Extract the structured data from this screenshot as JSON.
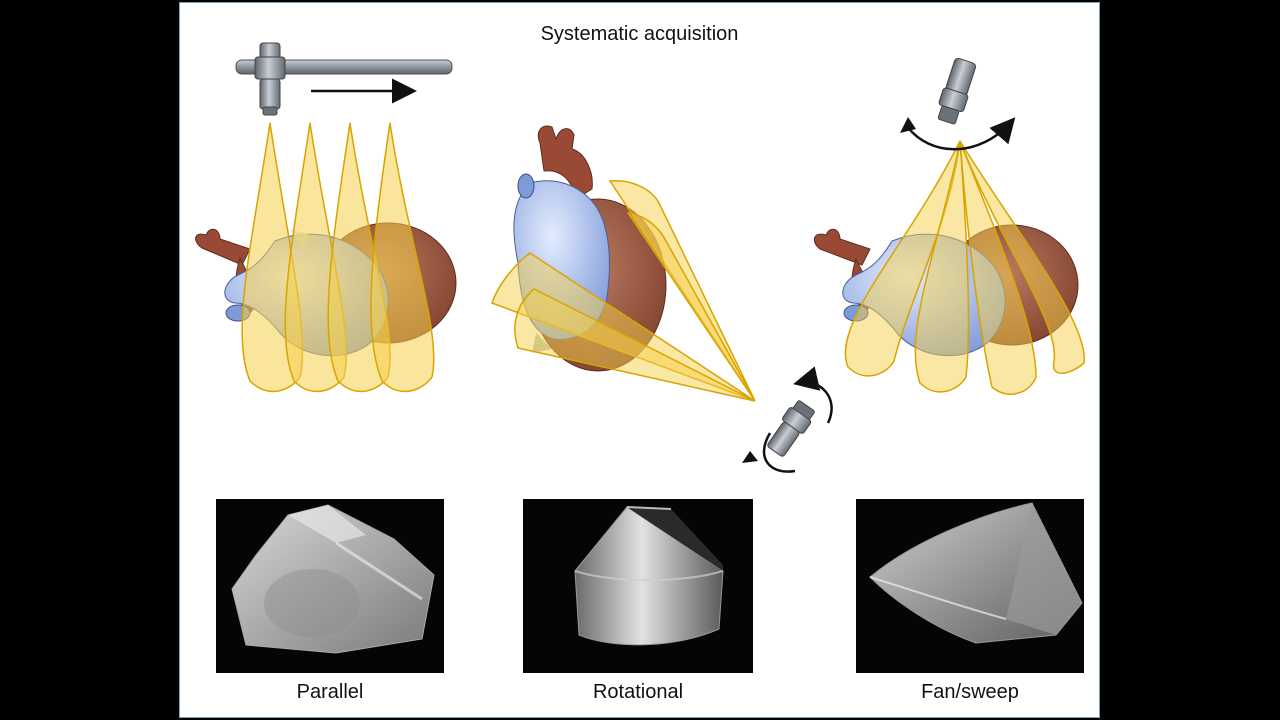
{
  "title": "Systematic acquisition",
  "captions": {
    "parallel": "Parallel",
    "rotational": "Rotational",
    "fan": "Fan/sweep"
  },
  "colors": {
    "beam_fill": "#f6cf4a",
    "beam_stroke": "#d9a400",
    "ventricle": "#9b5a44",
    "atrium": "#b9cdf2",
    "aorta": "#9a4a34",
    "probe": "#8c939b",
    "background_frame": "#000000"
  },
  "icons": {
    "parallel_probe": "transducer-on-rail-icon",
    "rotational_probe": "rotating-transducer-icon",
    "fan_probe": "fanning-transducer-icon"
  }
}
